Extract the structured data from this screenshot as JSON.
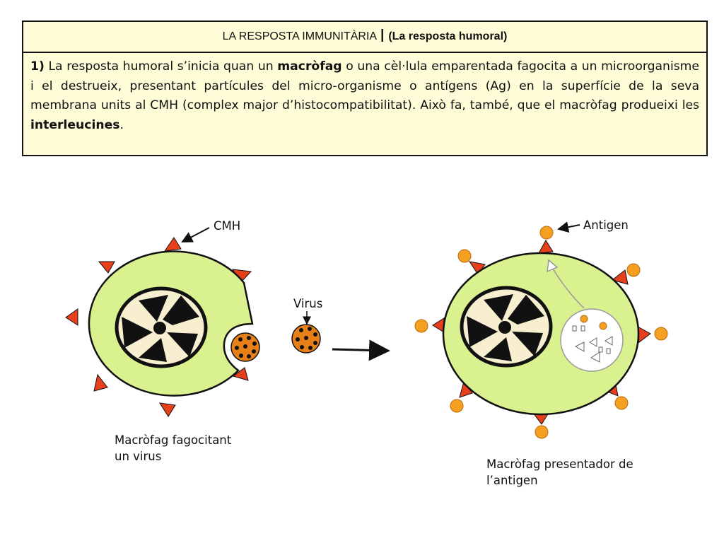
{
  "header": {
    "title": "LA RESPOSTA IMMUNITÀRIA",
    "separator": "I",
    "subtitle": "(La resposta humoral)",
    "paragraph": {
      "number": "1)",
      "text_1": " La resposta humoral s’inicia quan un ",
      "bold_1": "macròfag",
      "text_2": " o una cèl·lula emparentada fagocita a un microorganisme i el destrueix, presentant partícules del micro-organisme o antígens (Ag) en la superfície de la seva membrana units al CMH (complex major d’histocompatibilitat). Això fa, també, que el macròfag produeixi les ",
      "bold_2": "interleucines",
      "text_3": "."
    }
  },
  "labels": {
    "cmh": "CMH",
    "antigen": "Antigen",
    "virus": "Virus",
    "left_caption_line1": "Macròfag fagocitant",
    "left_caption_line2": "un virus",
    "right_caption_line1": "Macròfag presentador de",
    "right_caption_line2": "l’antigen"
  },
  "colors": {
    "cell_fill": "#d9f28f",
    "nucleus_fill": "#f7efd0",
    "chromatin": "#111111",
    "receptor": "#e8401a",
    "antigen": "#f5a020",
    "virus": "#e8801a",
    "header_bg": "#fffcd8"
  }
}
